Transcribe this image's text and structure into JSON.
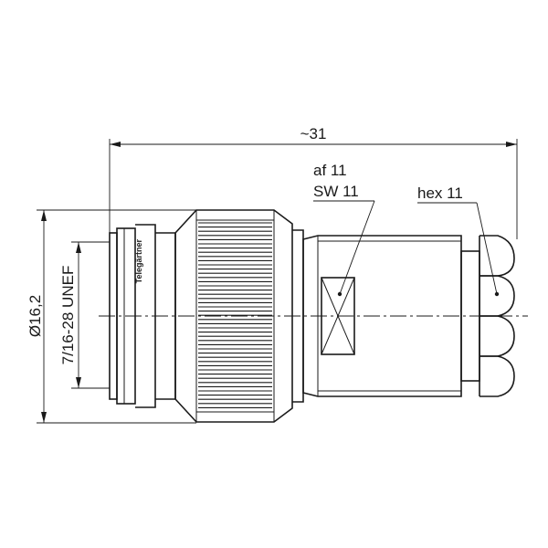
{
  "dimensions": {
    "overall_length": "~31",
    "outer_diameter": "Ø16,2",
    "thread": "7/16-28 UNEF"
  },
  "annotations": {
    "af_label": "af 11",
    "sw_label": "SW 11",
    "hex_label": "hex 11",
    "logo_text": "Telegärtner"
  }
}
